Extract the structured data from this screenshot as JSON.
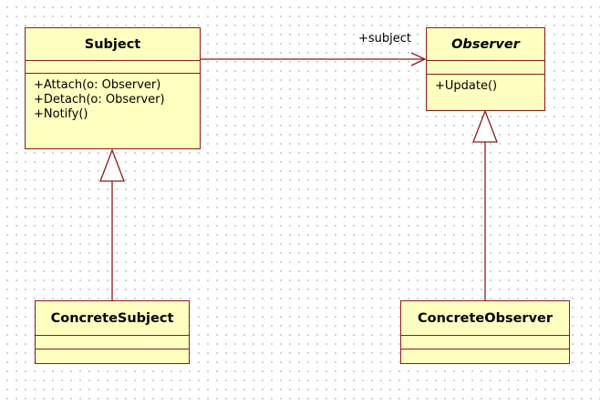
{
  "diagram": {
    "line_color": "#8b1c1c",
    "fill_color": "#ffffc0",
    "classes": {
      "subject": {
        "name": "Subject",
        "operations": [
          "+Attach(o: Observer)",
          "+Detach(o: Observer)",
          "+Notify()"
        ]
      },
      "observer": {
        "name": "Observer",
        "abstract": true,
        "operations": [
          "+Update()"
        ]
      },
      "concrete_subject": {
        "name": "ConcreteSubject"
      },
      "concrete_observer": {
        "name": "ConcreteObserver"
      }
    },
    "association": {
      "role_label": "+subject"
    }
  }
}
